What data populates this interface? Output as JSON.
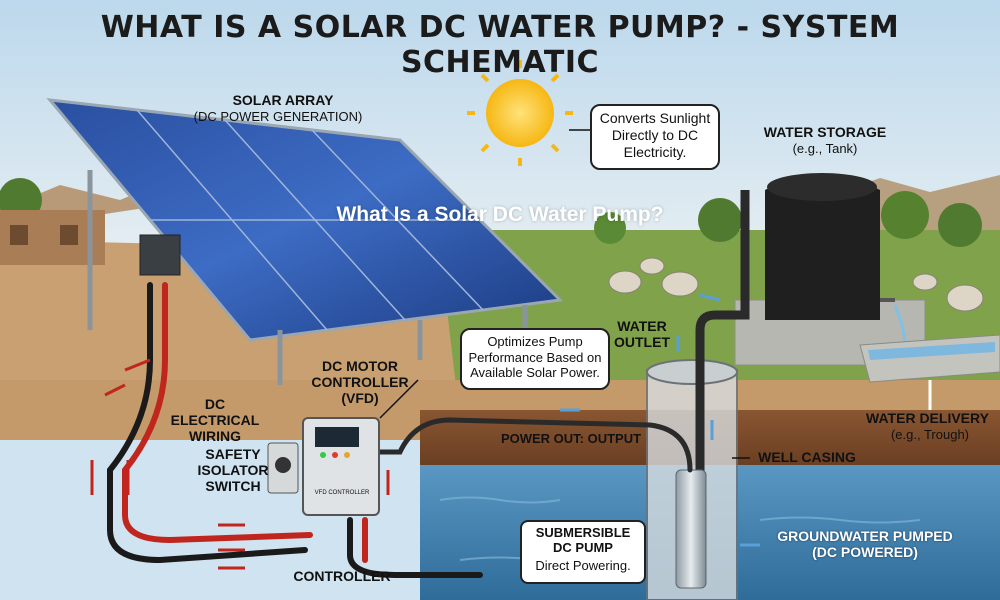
{
  "title": "WHAT IS A SOLAR DC WATER PUMP? - SYSTEM SCHEMATIC",
  "overlay_title": "What Is a Solar DC Water Pump?",
  "labels": {
    "solar_array": "SOLAR ARRAY",
    "solar_array_sub": "(DC POWER GENERATION)",
    "sun_callout": "Converts Sunlight Directly to DC Electricity.",
    "water_storage": "WATER STORAGE",
    "water_storage_sub": "(e.g., Tank)",
    "water_outlet": "WATER OUTLET",
    "controller_callout": "Optimizes Pump Performance Based on Available Solar Power.",
    "dc_motor_controller": "DC MOTOR CONTROLLER (VFD)",
    "dc_wiring": "DC ELECTRICAL WIRING",
    "safety_switch": "SAFETY ISOLATOR SWITCH",
    "power_out": "POWER OUT: OUTPUT",
    "well_casing": "WELL CASING",
    "water_delivery": "WATER DELIVERY",
    "water_delivery_sub": "(e.g., Trough)",
    "pump_title": "SUBMERSIBLE DC PUMP",
    "pump_sub": "Direct Powering.",
    "groundwater": "GROUNDWATER PUMPED (DC POWERED)",
    "controller": "CONTROLLER",
    "device_text": "VFD CONTROLLER"
  },
  "colors": {
    "sky": "#cfe3f0",
    "panel": "#1e3f8a",
    "ground": "#c9a071",
    "soil": "#7a4a2a",
    "water": "#3e7fae",
    "tank": "#1f1f1f",
    "wire_red": "#c0261d",
    "wire_black": "#1a1a1a",
    "sun": "#f6b713"
  }
}
